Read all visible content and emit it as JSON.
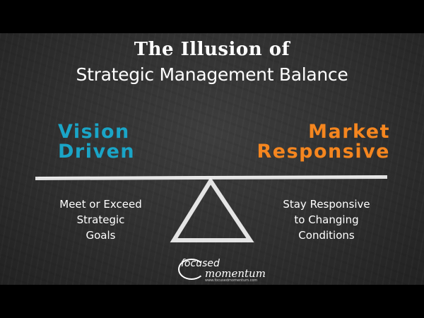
{
  "title": {
    "line1": "The Illusion of",
    "line2": "Strategic Management Balance"
  },
  "left": {
    "heading_line1": "Vision",
    "heading_line2": "Driven",
    "text_line1": "Meet or Exceed",
    "text_line2": "Strategic",
    "text_line3": "Goals",
    "color": "#1aa5c7"
  },
  "right": {
    "heading_line1": "Market",
    "heading_line2": "Responsive",
    "text_line1": "Stay Responsive",
    "text_line2": "to Changing",
    "text_line3": "Conditions",
    "color": "#f5861f"
  },
  "logo": {
    "top": "focused",
    "bottom": "momentum",
    "url": "www.focusedmomentum.com"
  }
}
